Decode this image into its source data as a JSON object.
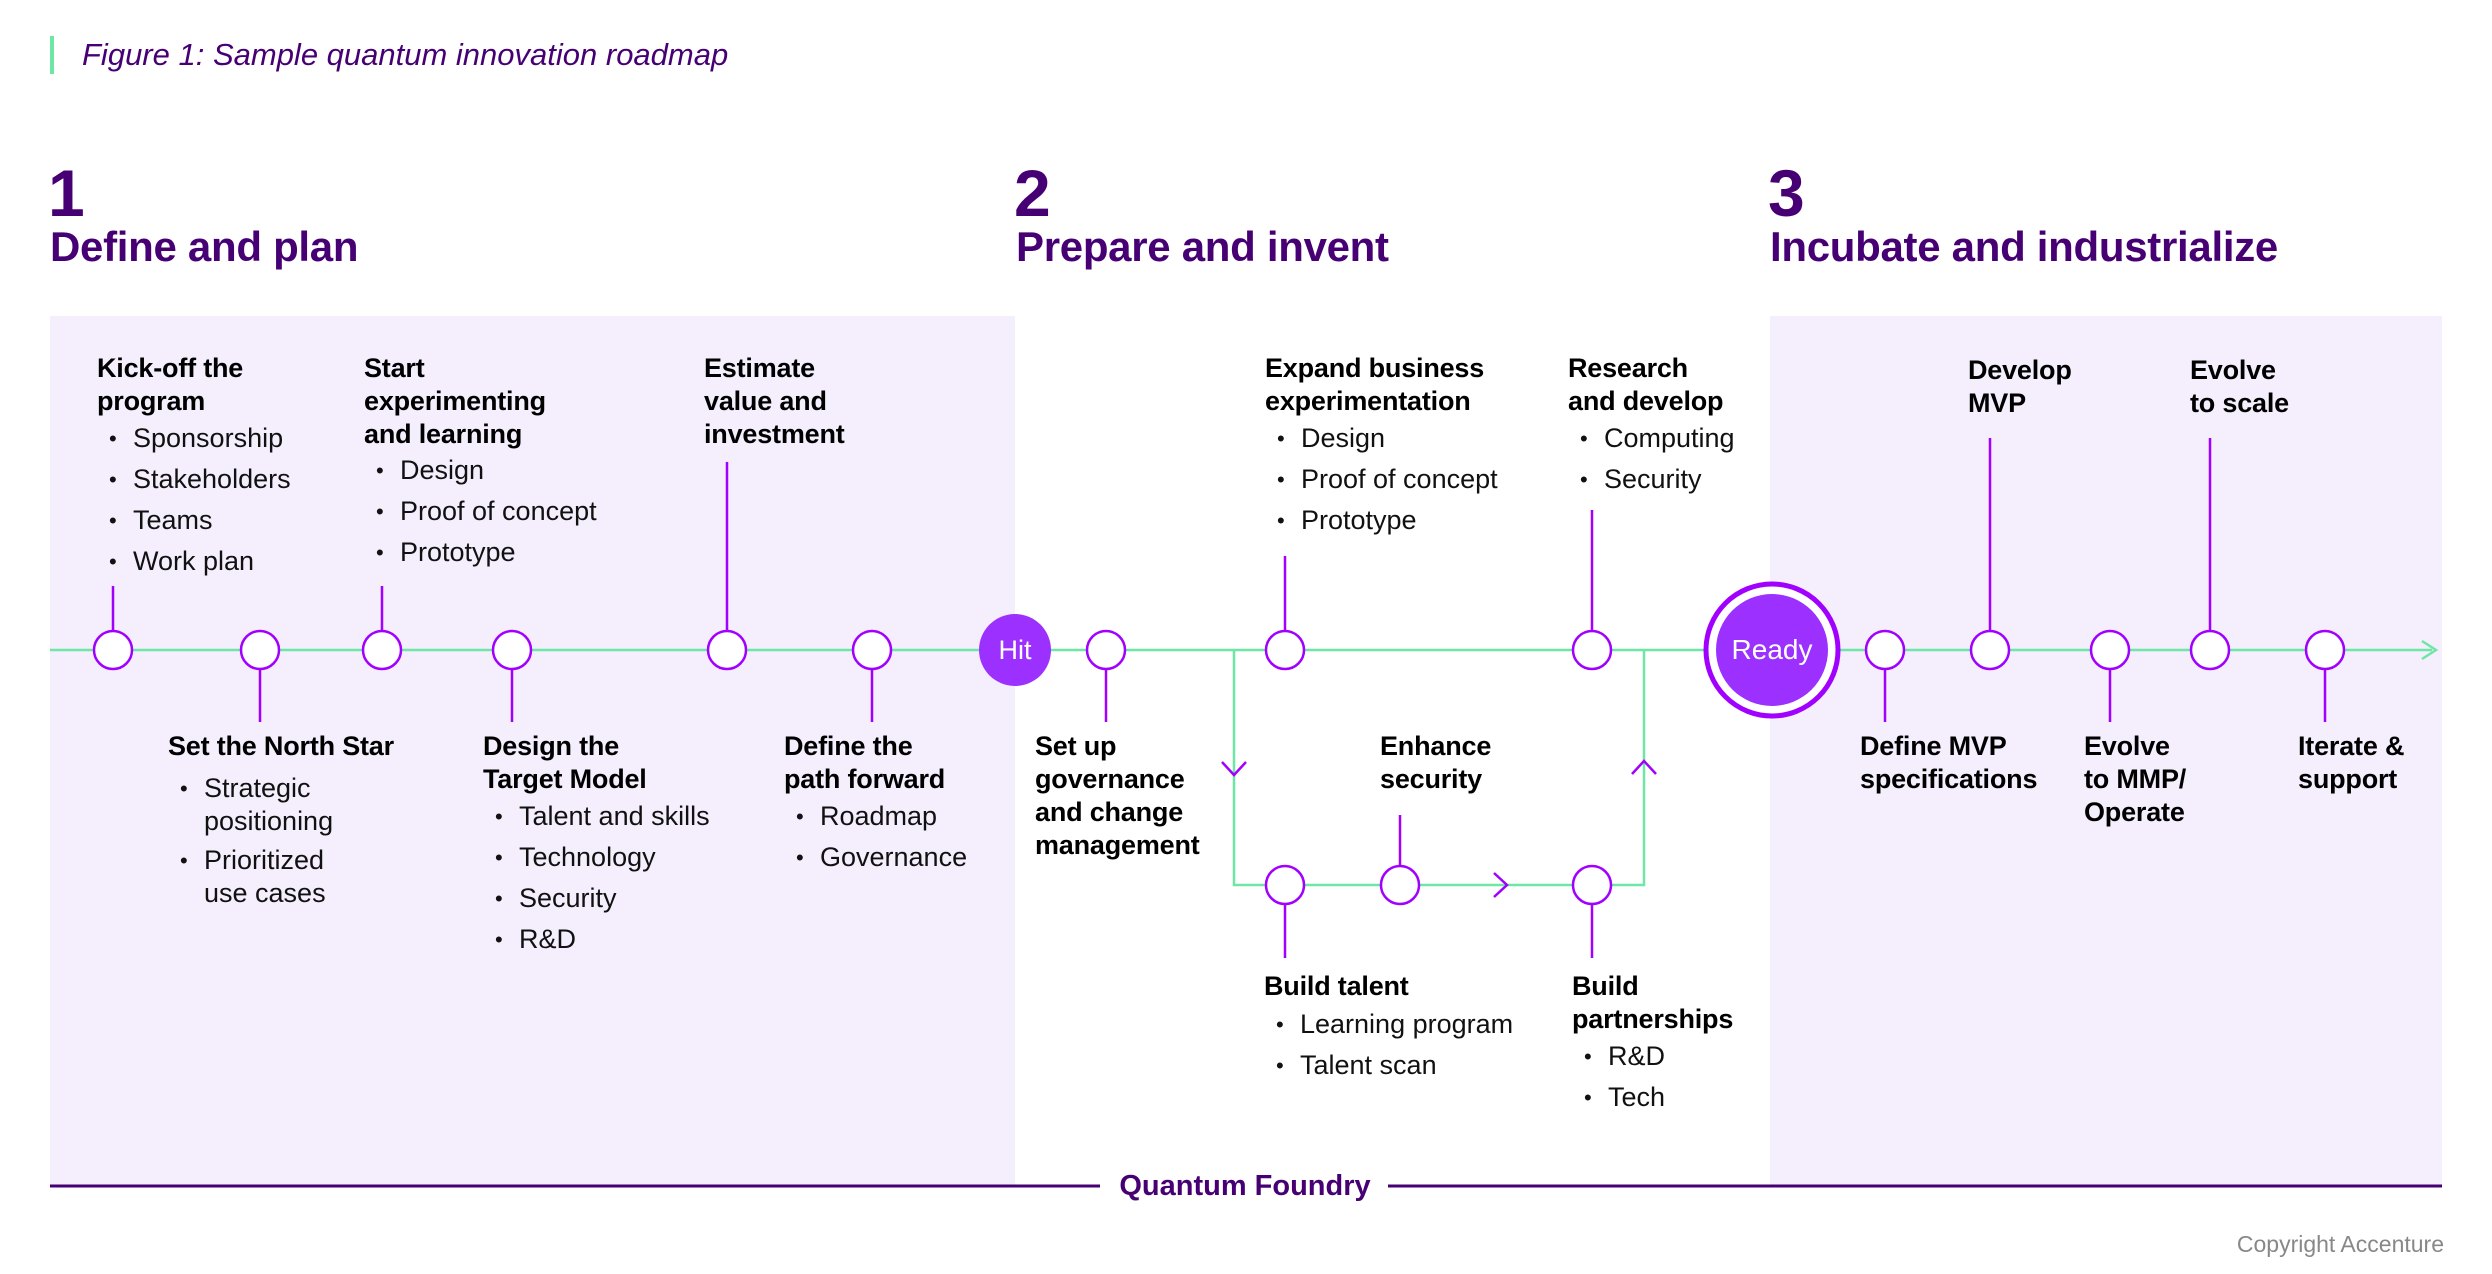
{
  "caption": "Figure 1: Sample quantum innovation roadmap",
  "phases": [
    {
      "number": "1",
      "title": "Define and plan"
    },
    {
      "number": "2",
      "title": "Prepare and invent"
    },
    {
      "number": "3",
      "title": "Incubate and industrialize"
    }
  ],
  "milestones": {
    "hit": "Hit",
    "ready": "Ready"
  },
  "steps": {
    "kickoff": {
      "title": [
        "Kick-off the",
        "program"
      ],
      "bullets": [
        "Sponsorship",
        "Stakeholders",
        "Teams",
        "Work plan"
      ]
    },
    "north_star": {
      "title": [
        "Set the North Star"
      ],
      "bullets": [
        [
          "Strategic",
          "positioning"
        ],
        [
          "Prioritized",
          "use cases"
        ]
      ]
    },
    "start_experimenting": {
      "title": [
        "Start",
        "experimenting",
        "and learning"
      ],
      "bullets": [
        "Design",
        "Proof of concept",
        "Prototype"
      ]
    },
    "target_model": {
      "title": [
        "Design the",
        "Target Model"
      ],
      "bullets": [
        "Talent and skills",
        "Technology",
        "Security",
        "R&D"
      ]
    },
    "estimate_value": {
      "title": [
        "Estimate",
        "value and",
        "investment"
      ]
    },
    "path_forward": {
      "title": [
        "Define the",
        "path forward"
      ],
      "bullets": [
        "Roadmap",
        "Governance"
      ]
    },
    "governance": {
      "title": [
        "Set up",
        "governance",
        "and change",
        "management"
      ]
    },
    "expand_business": {
      "title": [
        "Expand business",
        "experimentation"
      ],
      "bullets": [
        "Design",
        "Proof of concept",
        "Prototype"
      ]
    },
    "research_develop": {
      "title": [
        "Research",
        "and develop"
      ],
      "bullets": [
        "Computing",
        "Security"
      ]
    },
    "enhance_security": {
      "title": [
        "Enhance",
        "security"
      ]
    },
    "build_talent": {
      "title": [
        "Build talent"
      ],
      "bullets": [
        "Learning program",
        "Talent scan"
      ]
    },
    "build_partnerships": {
      "title": [
        "Build",
        "partnerships"
      ],
      "bullets": [
        "R&D",
        "Tech"
      ]
    },
    "define_mvp": {
      "title": [
        "Define MVP",
        "specifications"
      ]
    },
    "develop_mvp": {
      "title": [
        "Develop",
        "MVP"
      ]
    },
    "evolve_mmp": {
      "title": [
        "Evolve",
        "to MMP/",
        "Operate"
      ]
    },
    "evolve_scale": {
      "title": [
        "Evolve",
        "to scale"
      ]
    },
    "iterate_support": {
      "title": [
        "Iterate &",
        "support"
      ]
    }
  },
  "foundry_label": "Quantum Foundry",
  "copyright": "Copyright Accenture",
  "colors": {
    "brand_purple": "#460073",
    "accent_purple": "#a100ff",
    "timeline_green": "#6ee7a6",
    "panel_lavender": "#f4eefd",
    "node_purple": "#9b30ff"
  }
}
